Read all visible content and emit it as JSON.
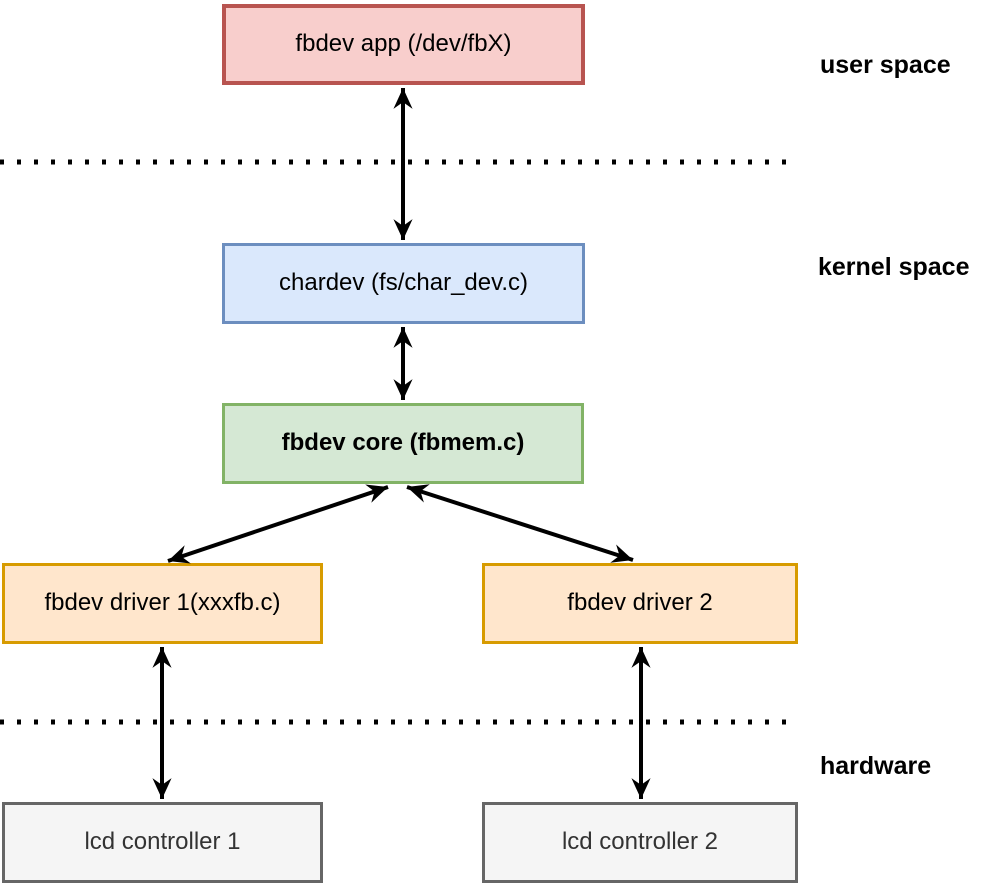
{
  "diagram": {
    "boxes": [
      {
        "id": "fbdev-app",
        "label": "fbdev app (/dev/fbX)",
        "fill": "#f8cecc",
        "stroke": "#b85450",
        "bold": false,
        "text_color": "#000000"
      },
      {
        "id": "chardev",
        "label": "chardev (fs/char_dev.c)",
        "fill": "#dae8fc",
        "stroke": "#6c8ebf",
        "bold": false,
        "text_color": "#000000"
      },
      {
        "id": "fbdev-core",
        "label": "fbdev core (fbmem.c)",
        "fill": "#d5e8d4",
        "stroke": "#82b366",
        "bold": true,
        "text_color": "#000000"
      },
      {
        "id": "fbdev-driver-1",
        "label": "fbdev driver 1(xxxfb.c)",
        "fill": "#ffe6cc",
        "stroke": "#d79b00",
        "bold": false,
        "text_color": "#000000"
      },
      {
        "id": "fbdev-driver-2",
        "label": "fbdev driver 2",
        "fill": "#ffe6cc",
        "stroke": "#d79b00",
        "bold": false,
        "text_color": "#000000"
      },
      {
        "id": "lcd-controller-1",
        "label": "lcd controller 1",
        "fill": "#f5f5f5",
        "stroke": "#666666",
        "bold": false,
        "text_color": "#333333"
      },
      {
        "id": "lcd-controller-2",
        "label": "lcd controller 2",
        "fill": "#f5f5f5",
        "stroke": "#666666",
        "bold": false,
        "text_color": "#333333"
      }
    ],
    "zone_labels": [
      {
        "id": "user-space",
        "text": "user space"
      },
      {
        "id": "kernel-space",
        "text": "kernel space"
      },
      {
        "id": "hardware",
        "text": "hardware"
      }
    ],
    "connections": [
      {
        "from": "fbdev-app",
        "to": "chardev",
        "bidirectional": true
      },
      {
        "from": "chardev",
        "to": "fbdev-core",
        "bidirectional": true
      },
      {
        "from": "fbdev-core",
        "to": "fbdev-driver-1",
        "bidirectional": true
      },
      {
        "from": "fbdev-core",
        "to": "fbdev-driver-2",
        "bidirectional": true
      },
      {
        "from": "fbdev-driver-1",
        "to": "lcd-controller-1",
        "bidirectional": true
      },
      {
        "from": "fbdev-driver-2",
        "to": "lcd-controller-2",
        "bidirectional": true
      }
    ],
    "separators": [
      {
        "between": "user space / kernel space",
        "style": "dotted"
      },
      {
        "between": "kernel space / hardware",
        "style": "dotted"
      }
    ],
    "arrow_color": "#000000"
  }
}
